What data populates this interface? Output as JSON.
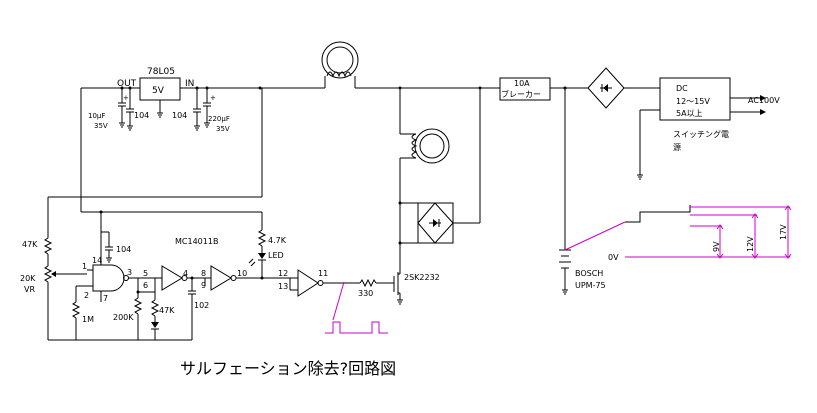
{
  "title": "サルフェーション除去?回路図",
  "regulator": {
    "part": "78L05",
    "output": "5V",
    "out_pin": "OUT",
    "in_pin": "IN"
  },
  "capacitors": {
    "c_out_value": "10μF",
    "c_out_voltage": "35V",
    "c_out_bypass": "104",
    "c_in_bypass": "104",
    "c_in_value": "220μF",
    "c_in_voltage": "35V",
    "c_gate_vcc": "104",
    "c_timing": "102"
  },
  "ic": {
    "name": "MC14011B",
    "vcc_pin": "14",
    "gnd_pin": "7",
    "pins": [
      "1",
      "2",
      "3",
      "5",
      "6",
      "4",
      "8",
      "9",
      "10",
      "12",
      "13",
      "11"
    ]
  },
  "resistors": {
    "r_top": "47K",
    "vr": "20K",
    "vr_label": "VR",
    "r_1m": "1M",
    "r_200k": "200K",
    "r_47k_b": "47K",
    "r_led": "4.7K",
    "r_gate": "330"
  },
  "led_label": "LED",
  "transistor": "2SK2232",
  "breaker": {
    "rating": "10A",
    "label": "ブレーカー"
  },
  "power_supply": {
    "type": "DC",
    "range": "12～15V",
    "current": "5A以上",
    "caption_1": "スイッチング電",
    "caption_2": "源",
    "ac_input": "AC100V"
  },
  "battery": {
    "maker": "BOSCH",
    "model": "UPM-75"
  },
  "voltage_levels": {
    "zero": "0V",
    "v9": "9V",
    "v12": "12V",
    "v17": "17V"
  },
  "colors": {
    "wire": "#000000",
    "annotation": "#cc00cc",
    "background": "#ffffff"
  }
}
